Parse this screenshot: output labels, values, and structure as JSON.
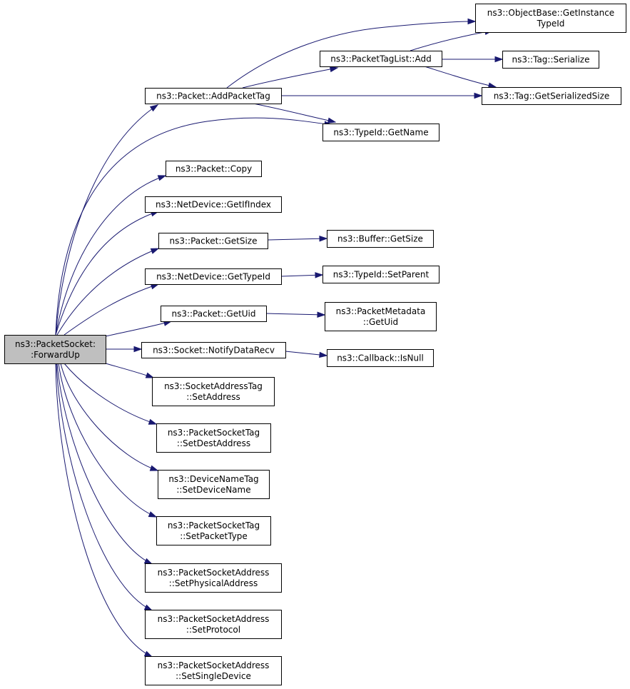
{
  "nodes": {
    "root": [
      "ns3::PacketSocket:",
      ":ForwardUp"
    ],
    "add_packet_tag": [
      "ns3::Packet::AddPacketTag"
    ],
    "packet_copy": [
      "ns3::Packet::Copy"
    ],
    "get_if_index": [
      "ns3::NetDevice::GetIfIndex"
    ],
    "packet_get_size": [
      "ns3::Packet::GetSize"
    ],
    "netdevice_get_type_id": [
      "ns3::NetDevice::GetTypeId"
    ],
    "packet_get_uid": [
      "ns3::Packet::GetUid"
    ],
    "notify_data_recv": [
      "ns3::Socket::NotifyDataRecv"
    ],
    "socket_address_tag_set_address": [
      "ns3::SocketAddressTag",
      "::SetAddress"
    ],
    "packet_socket_tag_set_dest_address": [
      "ns3::PacketSocketTag",
      "::SetDestAddress"
    ],
    "device_name_tag_set_device_name": [
      "ns3::DeviceNameTag",
      "::SetDeviceName"
    ],
    "packet_socket_tag_set_packet_type": [
      "ns3::PacketSocketTag",
      "::SetPacketType"
    ],
    "set_physical_address": [
      "ns3::PacketSocketAddress",
      "::SetPhysicalAddress"
    ],
    "set_protocol": [
      "ns3::PacketSocketAddress",
      "::SetProtocol"
    ],
    "set_single_device": [
      "ns3::PacketSocketAddress",
      "::SetSingleDevice"
    ],
    "packet_tag_list_add": [
      "ns3::PacketTagList::Add"
    ],
    "typeid_get_name": [
      "ns3::TypeId::GetName"
    ],
    "object_base_get_instance_type_id": [
      "ns3::ObjectBase::GetInstance",
      "TypeId"
    ],
    "tag_serialize": [
      "ns3::Tag::Serialize"
    ],
    "tag_get_serialized_size": [
      "ns3::Tag::GetSerializedSize"
    ],
    "buffer_get_size": [
      "ns3::Buffer::GetSize"
    ],
    "typeid_set_parent": [
      "ns3::TypeId::SetParent"
    ],
    "packet_metadata_get_uid": [
      "ns3::PacketMetadata",
      "::GetUid"
    ],
    "callback_is_null": [
      "ns3::Callback::IsNull"
    ]
  },
  "edges": [
    {
      "from": "root",
      "to": "add_packet_tag"
    },
    {
      "from": "root",
      "to": "typeid_get_name"
    },
    {
      "from": "root",
      "to": "packet_copy"
    },
    {
      "from": "root",
      "to": "get_if_index"
    },
    {
      "from": "root",
      "to": "packet_get_size"
    },
    {
      "from": "root",
      "to": "netdevice_get_type_id"
    },
    {
      "from": "root",
      "to": "packet_get_uid"
    },
    {
      "from": "root",
      "to": "notify_data_recv"
    },
    {
      "from": "root",
      "to": "socket_address_tag_set_address"
    },
    {
      "from": "root",
      "to": "packet_socket_tag_set_dest_address"
    },
    {
      "from": "root",
      "to": "device_name_tag_set_device_name"
    },
    {
      "from": "root",
      "to": "packet_socket_tag_set_packet_type"
    },
    {
      "from": "root",
      "to": "set_physical_address"
    },
    {
      "from": "root",
      "to": "set_protocol"
    },
    {
      "from": "root",
      "to": "set_single_device"
    },
    {
      "from": "add_packet_tag",
      "to": "object_base_get_instance_type_id"
    },
    {
      "from": "add_packet_tag",
      "to": "packet_tag_list_add"
    },
    {
      "from": "add_packet_tag",
      "to": "tag_get_serialized_size"
    },
    {
      "from": "add_packet_tag",
      "to": "typeid_get_name"
    },
    {
      "from": "packet_tag_list_add",
      "to": "object_base_get_instance_type_id"
    },
    {
      "from": "packet_tag_list_add",
      "to": "tag_serialize"
    },
    {
      "from": "packet_tag_list_add",
      "to": "tag_get_serialized_size"
    },
    {
      "from": "packet_get_size",
      "to": "buffer_get_size"
    },
    {
      "from": "netdevice_get_type_id",
      "to": "typeid_set_parent"
    },
    {
      "from": "packet_get_uid",
      "to": "packet_metadata_get_uid"
    },
    {
      "from": "notify_data_recv",
      "to": "callback_is_null"
    }
  ]
}
